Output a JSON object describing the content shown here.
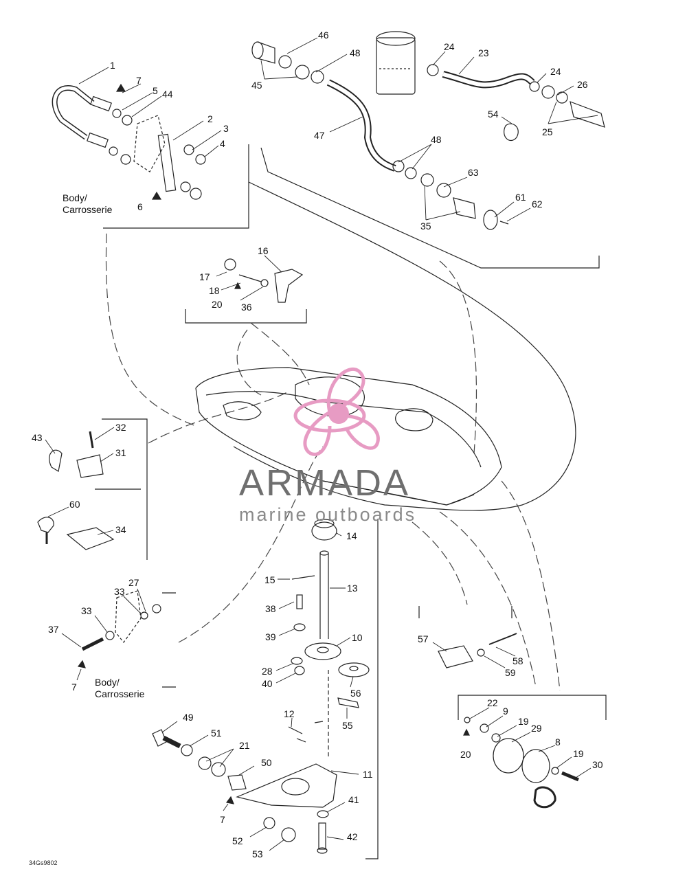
{
  "callouts": [
    {
      "text": "1"
    },
    {
      "text": "7"
    },
    {
      "text": "5"
    },
    {
      "text": "44"
    },
    {
      "text": "2"
    },
    {
      "text": "3"
    },
    {
      "text": "4"
    },
    {
      "text": "6"
    },
    {
      "text": "46"
    },
    {
      "text": "48"
    },
    {
      "text": "45"
    },
    {
      "text": "47"
    },
    {
      "text": "24"
    },
    {
      "text": "23"
    },
    {
      "text": "24"
    },
    {
      "text": "26"
    },
    {
      "text": "25"
    },
    {
      "text": "54"
    },
    {
      "text": "48"
    },
    {
      "text": "63"
    },
    {
      "text": "61"
    },
    {
      "text": "62"
    },
    {
      "text": "35"
    },
    {
      "text": "16"
    },
    {
      "text": "17"
    },
    {
      "text": "18"
    },
    {
      "text": "20"
    },
    {
      "text": "36"
    },
    {
      "text": "43"
    },
    {
      "text": "32"
    },
    {
      "text": "31"
    },
    {
      "text": "60"
    },
    {
      "text": "34"
    },
    {
      "text": "14"
    },
    {
      "text": "15"
    },
    {
      "text": "13"
    },
    {
      "text": "38"
    },
    {
      "text": "39"
    },
    {
      "text": "10"
    },
    {
      "text": "28"
    },
    {
      "text": "40"
    },
    {
      "text": "56"
    },
    {
      "text": "12"
    },
    {
      "text": "55"
    },
    {
      "text": "27"
    },
    {
      "text": "33"
    },
    {
      "text": "33"
    },
    {
      "text": "37"
    },
    {
      "text": "7"
    },
    {
      "text": "57"
    },
    {
      "text": "58"
    },
    {
      "text": "59"
    },
    {
      "text": "22"
    },
    {
      "text": "9"
    },
    {
      "text": "19"
    },
    {
      "text": "29"
    },
    {
      "text": "8"
    },
    {
      "text": "20"
    },
    {
      "text": "19"
    },
    {
      "text": "30"
    },
    {
      "text": "49"
    },
    {
      "text": "51"
    },
    {
      "text": "21"
    },
    {
      "text": "50"
    },
    {
      "text": "11"
    },
    {
      "text": "7"
    },
    {
      "text": "41"
    },
    {
      "text": "52"
    },
    {
      "text": "42"
    },
    {
      "text": "53"
    }
  ],
  "body_labels": [
    {
      "text": "Body/\nCarrosserie"
    },
    {
      "text": "Body/\nCarrosserie"
    }
  ],
  "watermark": {
    "title": "ARMADA",
    "subtitle": "marine outboards",
    "logo_color": "#e79bc3",
    "text_color": "#6f6f6f"
  },
  "drawing_code": "34Gs9802"
}
